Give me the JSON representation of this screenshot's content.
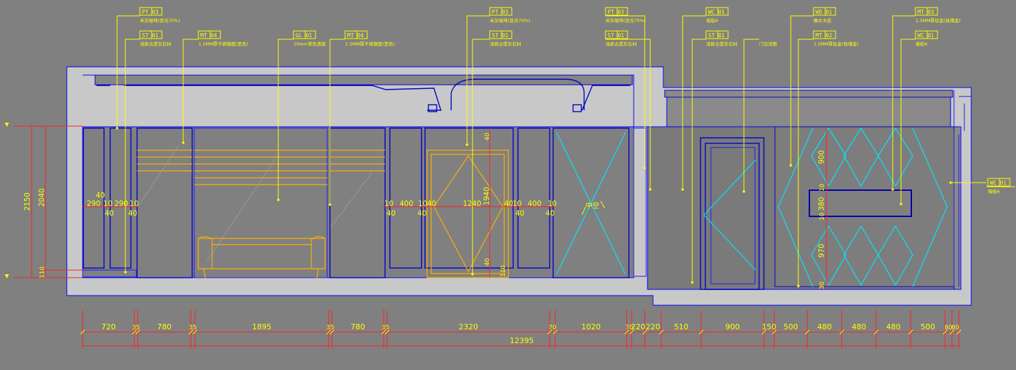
{
  "tags": [
    {
      "code": "PT  03",
      "note": "米灰咖啡(亚光70%)"
    },
    {
      "code": "ST  01",
      "note": "浅新古堡灰石材"
    },
    {
      "code": "MT  04",
      "note": "1.5MM厚不锈钢面(黑色)"
    },
    {
      "code": "GL  01",
      "note": "10mm茶色清玻"
    },
    {
      "code": "MT  04",
      "note": "1.5MM厚不锈钢面(黑色)"
    },
    {
      "code": "PT  03",
      "note": "米灰咖啡(亚光70%)"
    },
    {
      "code": "ST  01",
      "note": "浅新古堡灰石材"
    },
    {
      "code": "PT  03",
      "note": "米灰咖啡(亚光70%)"
    },
    {
      "code": "ST  01",
      "note": "浅新古堡灰石材"
    },
    {
      "code": "WC  01",
      "note": "墙纸A"
    },
    {
      "code": "ST  01",
      "note": "浅新古堡灰石材"
    },
    {
      "code": "",
      "note": "门见详图"
    },
    {
      "code": "WD  01",
      "note": "橡木木皮"
    },
    {
      "code": "MT  02",
      "note": "1.5MM厚钛金(玫瑰金)"
    },
    {
      "code": "MT  03",
      "note": "1.5MM厚钛金(玫瑰金)"
    },
    {
      "code": "WC  01",
      "note": "墙纸A"
    },
    {
      "code": "WC  01",
      "note": "墙纸A"
    }
  ],
  "heights": {
    "total": "2150",
    "door": "2040",
    "base": "110"
  },
  "inner_dims_left": [
    "290",
    "10",
    "290",
    "10",
    "40",
    "40",
    "40"
  ],
  "inner_dims_mid": [
    "10",
    "400",
    "10",
    "40",
    "1240",
    "40",
    "10",
    "400",
    "10",
    "40",
    "40",
    "40",
    "40"
  ],
  "vertical_mid": [
    "40",
    "1940",
    "40",
    "110"
  ],
  "vertical_right": [
    "900",
    "10",
    "380",
    "10",
    "970",
    "30"
  ],
  "center_label": "中空",
  "bottom_dims": [
    "720",
    "35",
    "780",
    "35",
    "1895",
    "35",
    "780",
    "35",
    "2320",
    "70",
    "1020",
    "70",
    "220",
    "220",
    "510",
    "900",
    "150",
    "500",
    "480",
    "480",
    "480",
    "500",
    "80",
    "80"
  ],
  "total_width": "12395"
}
